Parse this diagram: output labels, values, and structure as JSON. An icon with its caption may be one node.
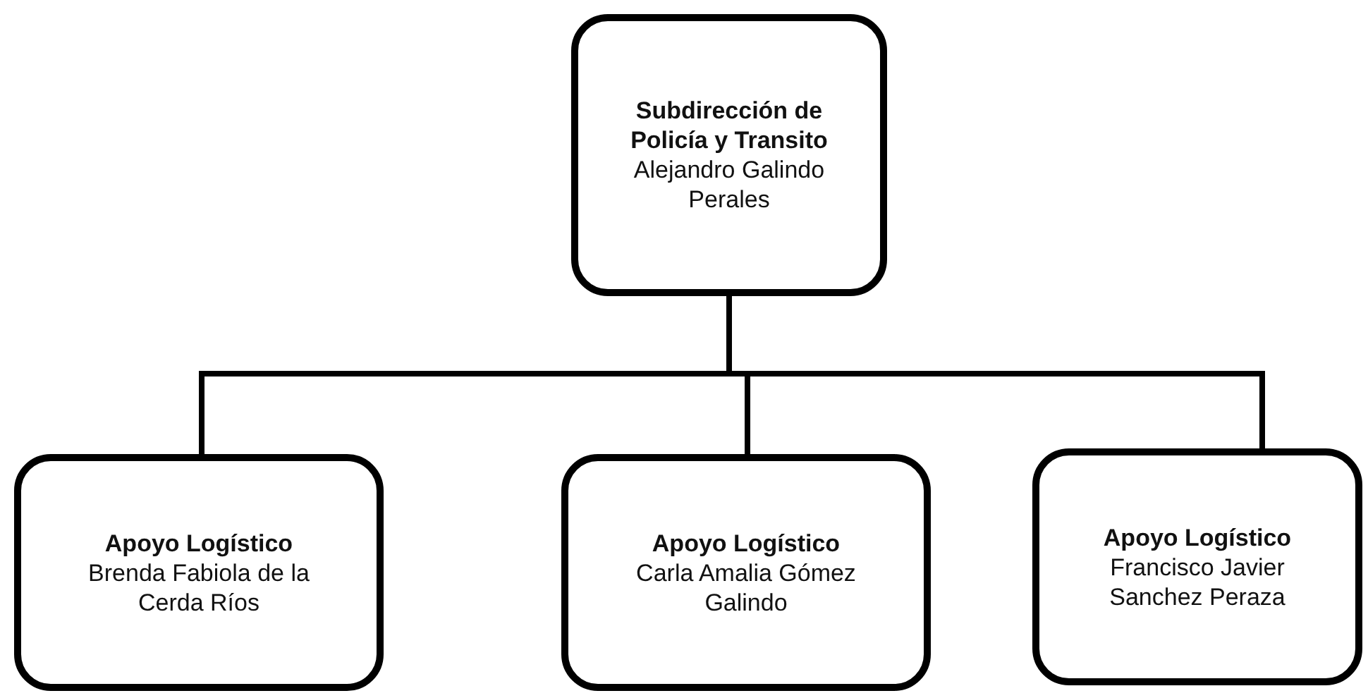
{
  "diagram": {
    "nodes": [
      {
        "text": [
          "Subdirección de Policía y Transito",
          "Alejandro Galindo Perales"
        ]
      },
      {
        "text": [
          "Apoyo Logístico",
          "Brenda Fabiola de la Cerda Ríos"
        ]
      },
      {
        "text": [
          "Apoyo Logístico",
          "Carla Amalia Gómez Galindo"
        ]
      },
      {
        "text": [
          "Apoyo Logístico",
          "Francisco Javier Sanchez Peraza"
        ]
      }
    ],
    "edges": [
      {
        "from": 0,
        "to": 1,
        "arrow": "none"
      },
      {
        "from": 0,
        "to": 2,
        "arrow": "none"
      },
      {
        "from": 0,
        "to": 3,
        "arrow": "none"
      }
    ]
  }
}
